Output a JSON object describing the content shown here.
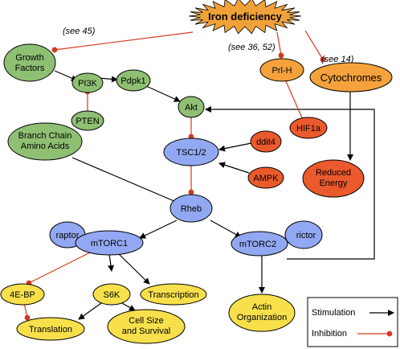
{
  "colors": {
    "green": "#8fbf73",
    "orange": "#f5a23c",
    "red": "#ea5a2c",
    "blue": "#93a8f2",
    "yellow": "#f7e04b",
    "starburst": "#f0a23a",
    "stimulation_line": "#000000",
    "inhibition_line": "#d6391f"
  },
  "title": "Iron deficiency",
  "refs": {
    "r45": "(see 45)",
    "r36_52": "(see 36, 52)",
    "r14": "(see 14)"
  },
  "nodes": {
    "growth_factors": [
      "Growth",
      "Factors"
    ],
    "pi3k": "PI3K",
    "pten": "PTEN",
    "pdpk1": "Pdpk1",
    "akt": "Akt",
    "prl_h": "Prl-H",
    "cytochromes": "Cytochromes",
    "hif1a": "HIF1a",
    "ddit4": "ddit4",
    "branch_chain": [
      "Branch Chain",
      "Amino Acids"
    ],
    "tsc": "TSC1/2",
    "ampk": "AMPK",
    "reduced_energy": [
      "Reduced",
      "Energy"
    ],
    "rheb": "Rheb",
    "raptor": "raptor",
    "mtorc1": "mTORC1",
    "mtorc2": "mTORC2",
    "rictor": "rictor",
    "ebp": "4E-BP",
    "s6k": "S6K",
    "transcription": "Transcription",
    "translation": "Translation",
    "cell_size": [
      "Cell Size",
      "and Survival"
    ],
    "actin": [
      "Actin",
      "Organization"
    ]
  },
  "legend": {
    "stimulation": "Stimulation",
    "inhibition": "Inhibition"
  }
}
